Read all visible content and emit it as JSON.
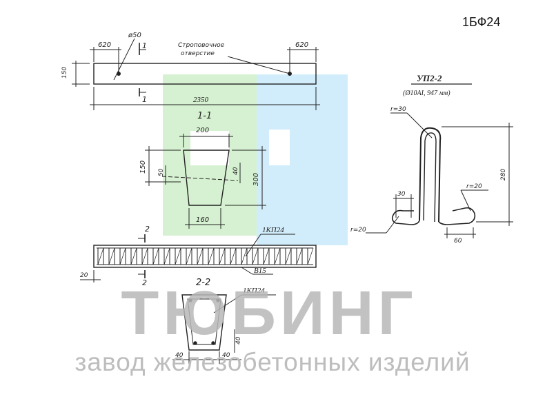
{
  "document_code": "1БФ24",
  "watermark": {
    "brand": "ТЮБИНГ",
    "tagline": "завод железобетонных изделий",
    "colors": {
      "green": "#cfeec9",
      "blue": "#c9eafa",
      "gray": "#b8b8b8"
    }
  },
  "plan_view": {
    "dim_left": "620",
    "dim_right": "620",
    "hole_dia": "ø50",
    "hole_label_line1": "Строповочное",
    "hole_label_line2": "отверстие",
    "height": "150",
    "length": "2350",
    "section_mark": "1"
  },
  "section_1": {
    "title": "1-1",
    "top_width": "200",
    "bottom_width": "160",
    "height": "300",
    "hole_height": "150",
    "hole_offset_left": "50",
    "hole_offset_right": "40"
  },
  "elevation": {
    "section_mark": "2",
    "cage_label": "1КП24",
    "concrete_class": "B15",
    "cover": "20"
  },
  "section_2": {
    "title": "2-2",
    "cage_label": "1КП24",
    "cover_left": "40",
    "cover_right": "40",
    "cover_bottom": "40"
  },
  "loop": {
    "title": "УП2-2",
    "spec": "(Ø10AI, 947 мм)",
    "radius_top": "r=30",
    "radius_left": "r=20",
    "radius_right": "r=20",
    "width_foot": "30",
    "height": "280",
    "foot_length": "60"
  }
}
